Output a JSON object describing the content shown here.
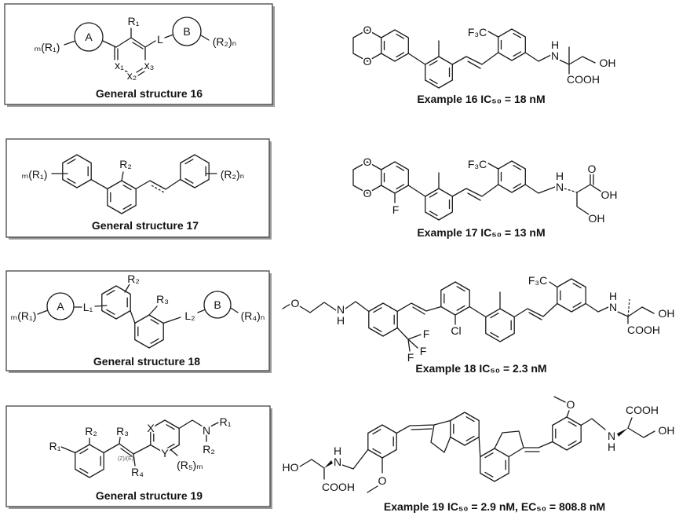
{
  "general_structures": [
    {
      "caption": "General structure 16",
      "labels": {
        "m_r1": "ₘ(R₁)",
        "ring_a": "A",
        "r1": "R₁",
        "l": "L",
        "ring_b": "B",
        "r2n": "(R₂)ₙ",
        "x1": "x₁",
        "x2": "x₂",
        "x3": "x₃"
      }
    },
    {
      "caption": "General structure 17",
      "labels": {
        "m_r1": "ₘ(R₁)",
        "r2": "R₂",
        "r2n": "(R₂)ₙ"
      }
    },
    {
      "caption": "General structure 18",
      "labels": {
        "m_r1": "ₘ(R₁)",
        "ring_a": "A",
        "l1": "L₁",
        "r2": "R₂",
        "r3": "R₃",
        "l2": "L₂",
        "ring_b": "B",
        "r4n": "(R₄)ₙ"
      }
    },
    {
      "caption": "General structure 19",
      "labels": {
        "r1": "R₁",
        "r2": "R₂",
        "r3": "R₃",
        "r4": "R₄",
        "ze": "(Z)/(E)",
        "x": "X",
        "y": "Y",
        "r5m": "(R₅)ₘ",
        "n": "N",
        "n_r1": "R₁",
        "n_r2": "R₂"
      }
    }
  ],
  "examples": [
    {
      "caption": "Example 16   IC₅₀ = 18 nM",
      "labels": {
        "o1": "O",
        "o2": "O",
        "f3c": "F₃C",
        "n": "N",
        "h": "H",
        "oh": "OH",
        "cooh": "COOH"
      }
    },
    {
      "caption": "Example 17   IC₅₀ = 13 nM",
      "labels": {
        "o1": "O",
        "o2": "O",
        "f": "F",
        "f3c": "F₃C",
        "n": "N",
        "h": "H",
        "o": "O",
        "oh_acid": "OH",
        "oh": "OH"
      }
    },
    {
      "caption": "Example 18   IC₅₀ = 2.3 nM",
      "labels": {
        "o": "O",
        "n1": "N",
        "h1": "H",
        "f1": "F",
        "f2": "F",
        "f3": "F",
        "cl": "Cl",
        "f3c": "F₃C",
        "n2": "N",
        "h2": "H",
        "cooh": "COOH",
        "oh": "OH"
      }
    },
    {
      "caption": "Example 19   IC₅₀ = 2.9 nM, EC₅₀ = 808.8 nM",
      "labels": {
        "ho": "HO",
        "n1": "N",
        "h1": "H",
        "cooh1": "COOH",
        "o1": "O",
        "o2": "O",
        "n2": "N",
        "h2": "H",
        "cooh2": "COOH",
        "oh": "OH"
      }
    }
  ]
}
